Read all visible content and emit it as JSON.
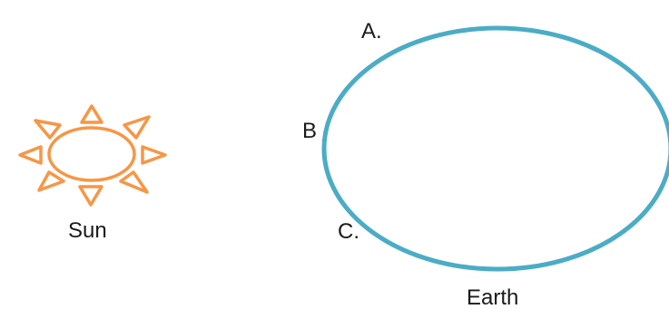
{
  "labels": {
    "sun": "Sun",
    "earth": "Earth",
    "point_a": "A.",
    "point_b": "B",
    "point_c": "C."
  },
  "colors": {
    "sun": "#F79646",
    "orbit": "#4BACC6",
    "text": "#1a1a1a"
  },
  "icons": {
    "sun": "sun-icon",
    "orbit": "orbit-ellipse"
  }
}
